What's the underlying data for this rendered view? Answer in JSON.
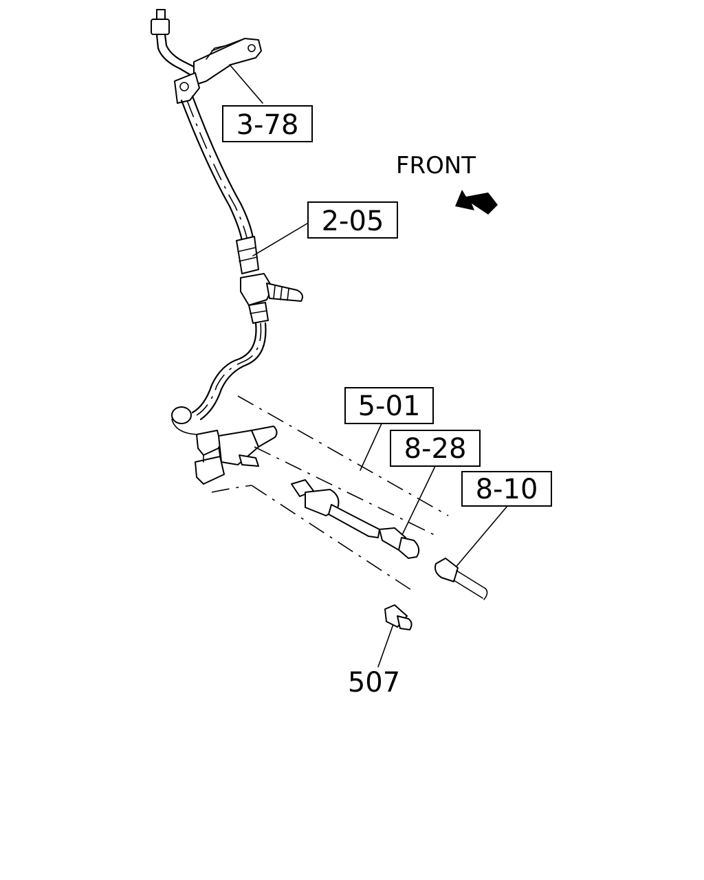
{
  "labels": {
    "clip": "3-78",
    "hose": "2-05",
    "switch": "5-01",
    "connector_a": "8-28",
    "connector_b": "8-10",
    "terminal": "507"
  },
  "direction": {
    "text": "FRONT",
    "icon": "front-arrow-icon"
  }
}
